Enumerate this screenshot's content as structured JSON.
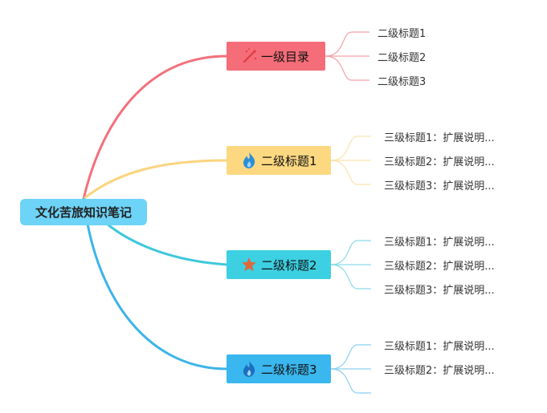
{
  "root": {
    "label": "文化苦旅知识笔记",
    "color": "#6dd3f7"
  },
  "branches": [
    {
      "label": "一级目录",
      "icon": "magic-wand-icon",
      "color": "#f46d78",
      "line_color": "#f4707c",
      "leaf_line_color": "#f3a0a8",
      "children": [
        "二级标题1",
        "二级标题2",
        "二级标题3"
      ]
    },
    {
      "label": "二级标题1",
      "icon": "fire-icon",
      "color": "#fcd881",
      "line_color": "#fbd47f",
      "leaf_line_color": "#fbe3ac",
      "children": [
        "三级标题1：扩展说明...",
        "三级标题2：扩展说明...",
        "三级标题3：扩展说明..."
      ]
    },
    {
      "label": "二级标题2",
      "icon": "star-icon",
      "color": "#3cd0e2",
      "line_color": "#3ec8dc",
      "leaf_line_color": "#8adbe8",
      "children": [
        "三级标题1：扩展说明...",
        "三级标题2：扩展说明...",
        "三级标题3：扩展说明..."
      ]
    },
    {
      "label": "二级标题3",
      "icon": "fire-icon",
      "color": "#3ab7ef",
      "line_color": "#3cb4e8",
      "leaf_line_color": "#8ccff0",
      "children": [
        "三级标题1：扩展说明...",
        "三级标题2：扩展说明...",
        ""
      ]
    }
  ]
}
